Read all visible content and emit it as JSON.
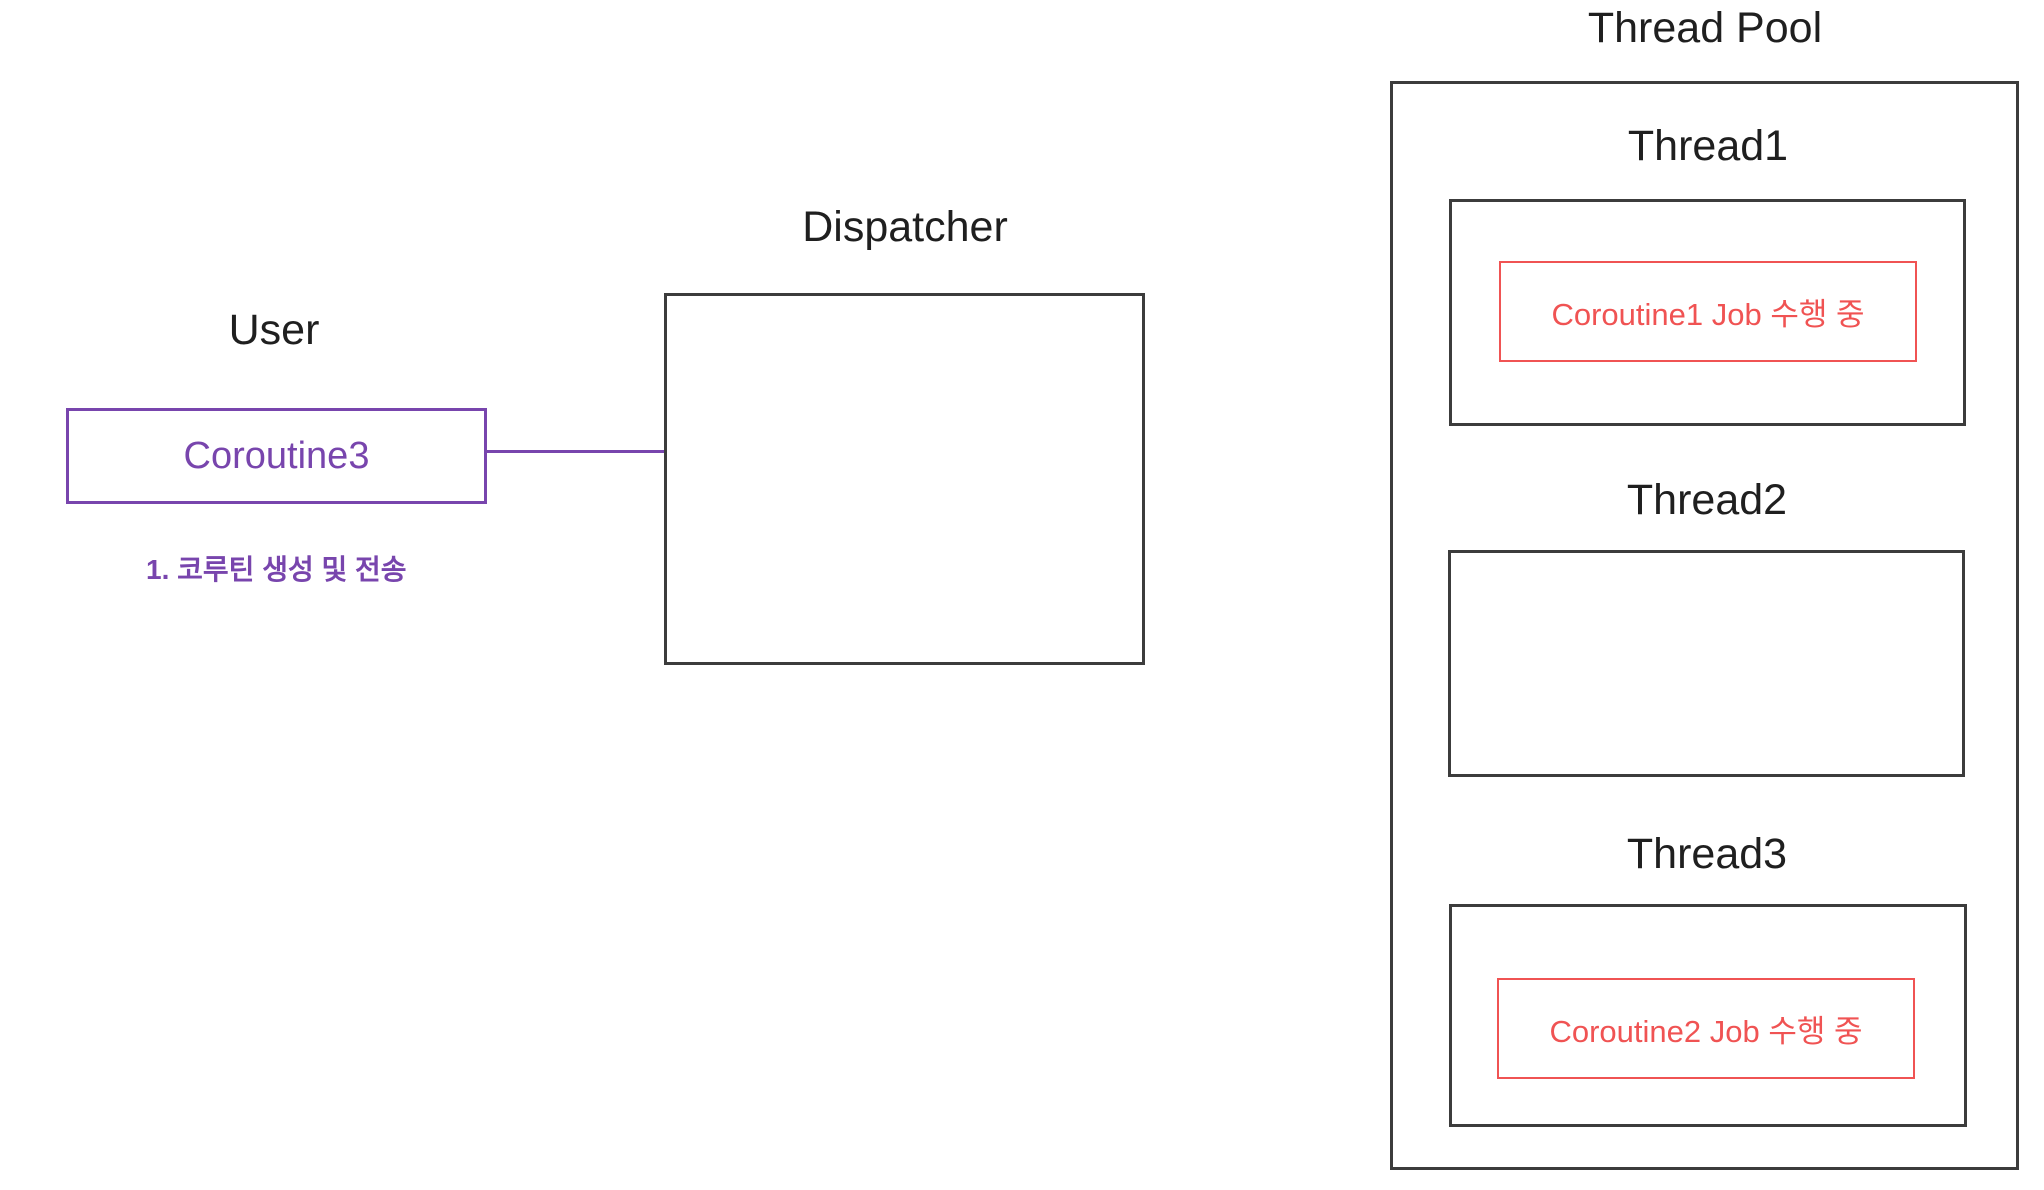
{
  "diagram": {
    "user": {
      "title": "User",
      "coroutine_label": "Coroutine3",
      "note": "1. 코루틴 생성 및 전송"
    },
    "dispatcher": {
      "title": "Dispatcher"
    },
    "thread_pool": {
      "title": "Thread Pool",
      "threads": [
        {
          "label": "Thread1",
          "job": "Coroutine1 Job 수행 중"
        },
        {
          "label": "Thread2",
          "job": ""
        },
        {
          "label": "Thread3",
          "job": "Coroutine2 Job 수행 중"
        }
      ]
    },
    "colors": {
      "purple": "#7845AD",
      "red": "#F05353",
      "box_border": "#3C3C3C",
      "label_text": "#1F1F1F"
    }
  }
}
